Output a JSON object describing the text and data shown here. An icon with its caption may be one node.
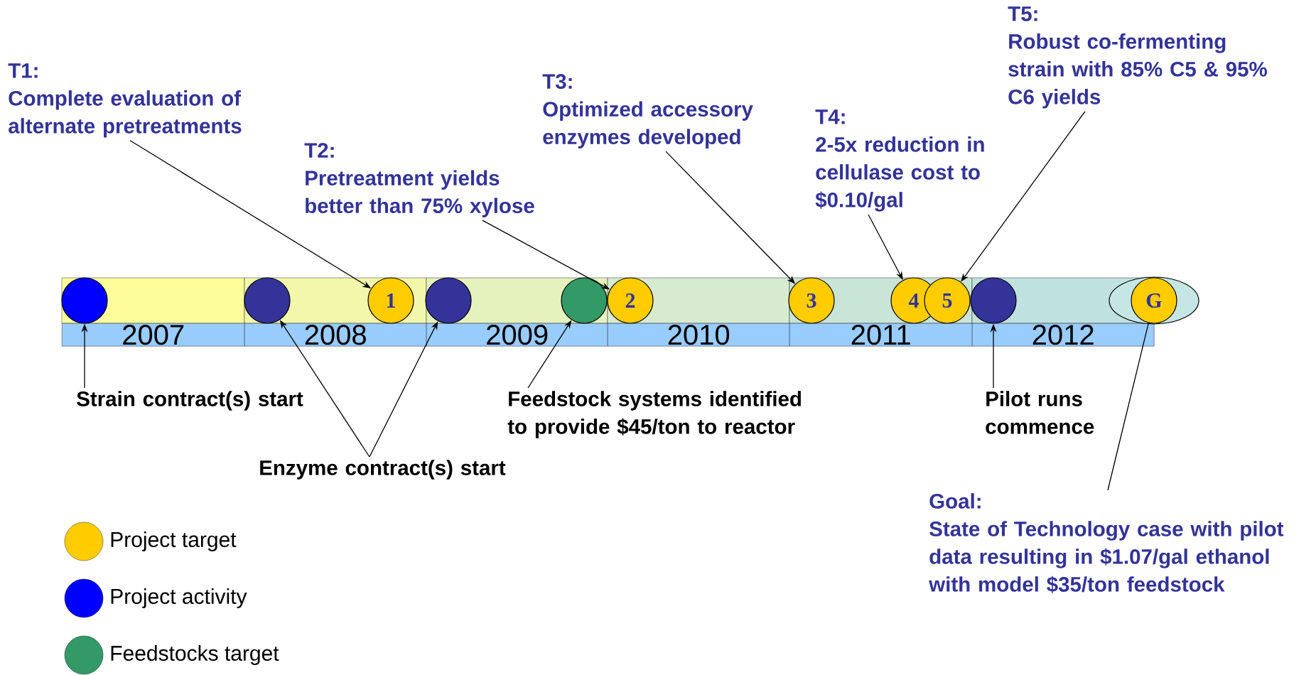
{
  "diagram": {
    "nodes": [
      {
        "text": [
          "T1:",
          "Complete evaluation of alternate pretreatments"
        ]
      },
      {
        "text": [
          "T2:",
          "Pretreatment yields better than 75% xylose"
        ]
      },
      {
        "text": [
          "T3:",
          "Optimized accessory enzymes developed"
        ]
      },
      {
        "text": [
          "T4:",
          "2-5x reduction in cellulase cost to $0.10/gal"
        ]
      },
      {
        "text": [
          "T5:",
          "Robust co-fermenting strain with 85% C5 & 95% C6 yields"
        ]
      },
      {
        "text": [],
        "shape": "circle"
      },
      {
        "text": [],
        "shape": "circle"
      },
      {
        "text": [
          "1"
        ]
      },
      {
        "text": [],
        "shape": "circle"
      },
      {
        "text": [],
        "shape": "circle"
      },
      {
        "text": [
          "2"
        ]
      },
      {
        "text": [
          "3"
        ]
      },
      {
        "text": [
          "4"
        ]
      },
      {
        "text": [
          "5"
        ]
      },
      {
        "text": [],
        "shape": "circle"
      },
      {
        "text": [],
        "shape": "ellipse"
      },
      {
        "text": [
          "G"
        ],
        "in": 15
      },
      {
        "text": [
          "2007"
        ]
      },
      {
        "text": [
          "2008"
        ]
      },
      {
        "text": [
          "2009"
        ]
      },
      {
        "text": [
          "2010"
        ]
      },
      {
        "text": [
          "2011"
        ]
      },
      {
        "text": [
          "2012"
        ]
      },
      {
        "text": [
          "Strain contract(s) start"
        ]
      },
      {
        "text": [
          "Feedstock systems identified to provide $45/ton to reactor"
        ]
      },
      {
        "text": [
          "Pilot runs commence"
        ]
      },
      {
        "text": [
          "Enzyme contract(s) start"
        ]
      },
      {
        "text": [
          "Goal:",
          "State of Technology case with pilot data resulting in $1.07/gal ethanol with model $35/ton feedstock"
        ]
      }
    ],
    "edges": [
      {
        "from": 0,
        "to": 7,
        "arrow": "to"
      },
      {
        "from": 1,
        "to": 10,
        "arrow": "to"
      },
      {
        "from": 2,
        "to": 11,
        "arrow": "to"
      },
      {
        "from": 3,
        "to": 12,
        "arrow": "to"
      },
      {
        "from": 4,
        "to": 13,
        "arrow": "to"
      },
      {
        "from": 23,
        "to": 5,
        "arrow": "to"
      },
      {
        "from": 26,
        "to": 6,
        "arrow": "to"
      },
      {
        "from": 26,
        "to": 8,
        "arrow": "to"
      },
      {
        "from": 24,
        "to": 9,
        "arrow": "to"
      },
      {
        "from": 25,
        "to": 14,
        "arrow": "to"
      },
      {
        "from": 27,
        "to": 16,
        "arrow": "none"
      }
    ],
    "legend": [
      {
        "text": "Project target",
        "color": "#ffcc00"
      },
      {
        "text": "Project activity",
        "color": "#0000ff"
      },
      {
        "text": "Feedstocks target",
        "color": "#339966"
      }
    ]
  }
}
